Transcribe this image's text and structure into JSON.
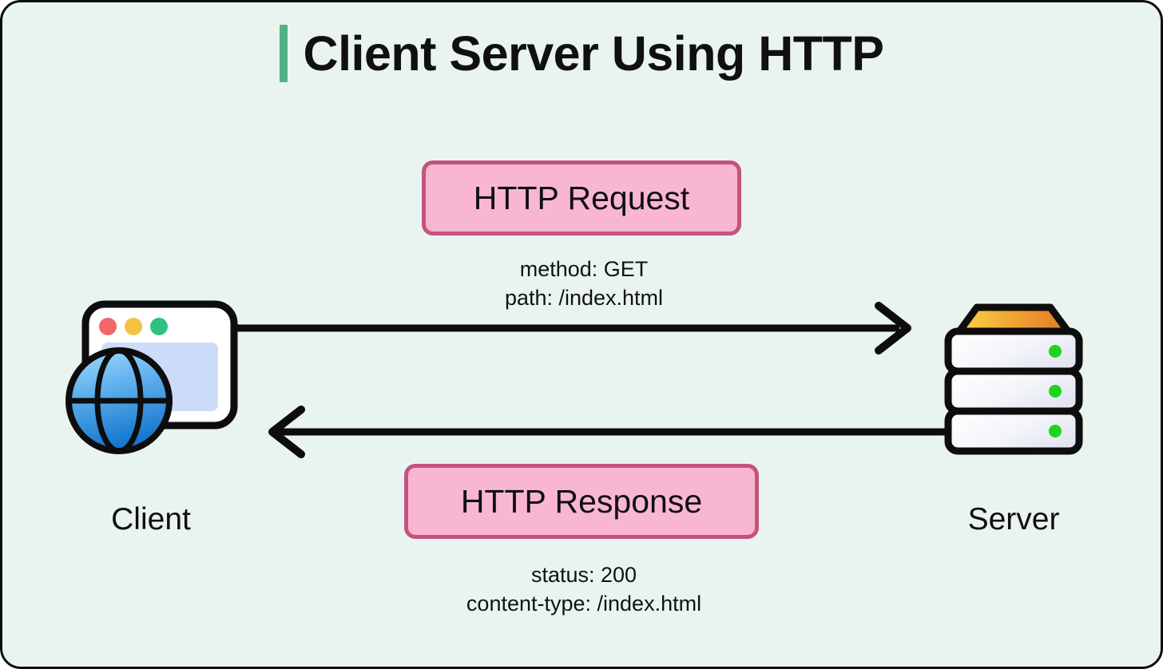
{
  "page": {
    "background_color": "#e9f4f0",
    "border_color": "#0d0d0d"
  },
  "header": {
    "title": "Client Server Using HTTP",
    "accent_color": "#4fb383"
  },
  "diagram": {
    "type": "sequence-diagram",
    "badge_fill": "#f9b6d2",
    "badge_border": "#c4537d",
    "nodes": [
      {
        "id": "client",
        "label": "Client",
        "icon": "browser-window-globe-icon"
      },
      {
        "id": "server",
        "label": "Server",
        "icon": "server-rack-icon"
      }
    ],
    "messages": [
      {
        "id": "request",
        "badge": "HTTP Request",
        "direction": "client-to-server",
        "arrow": "arrow-right",
        "details": [
          "method: GET",
          "path: /index.html"
        ]
      },
      {
        "id": "response",
        "badge": "HTTP Response",
        "direction": "server-to-client",
        "arrow": "arrow-left",
        "details": [
          "status: 200",
          "content-type: /index.html"
        ]
      }
    ]
  },
  "client_icon": {
    "dots": [
      {
        "name": "red-dot",
        "color": "#f2676b"
      },
      {
        "name": "yellow-dot",
        "color": "#f5c242"
      },
      {
        "name": "green-dot",
        "color": "#2ec27e"
      }
    ],
    "screen_color": "#ccdbf7",
    "globe_top_color": "#8ccbf7",
    "globe_bottom_color": "#1879cf"
  },
  "server_icon": {
    "top_gradient_start": "#f6c83c",
    "top_gradient_end": "#e5802a",
    "led_color": "#1fd41f",
    "unit_count": 3
  }
}
